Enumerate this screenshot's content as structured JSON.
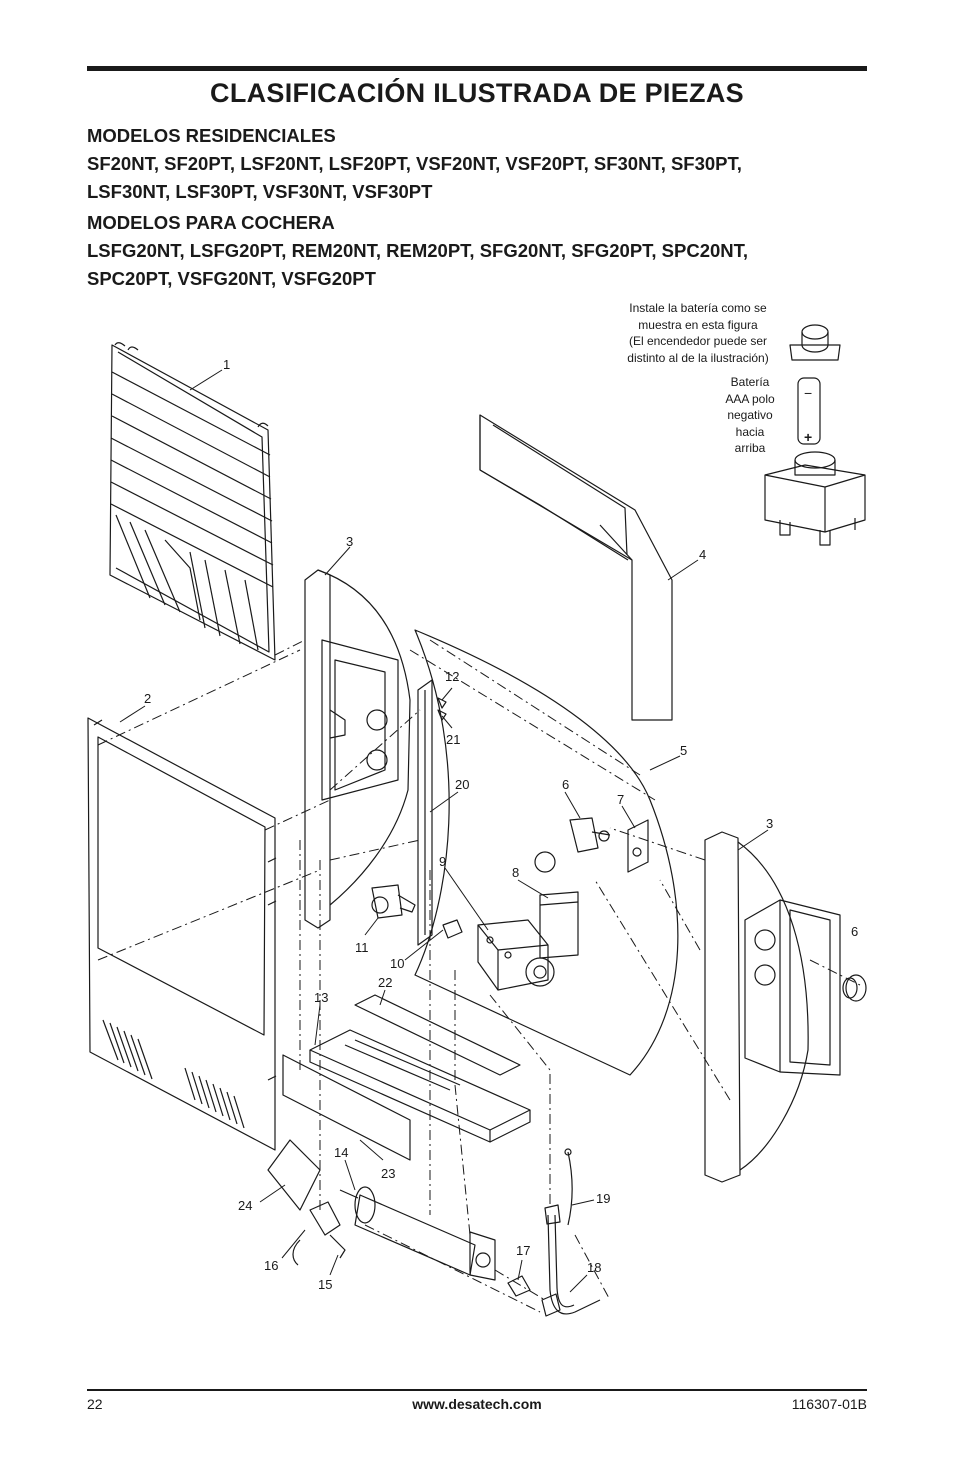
{
  "header": {
    "title": "CLASIFICACIÓN ILUSTRADA DE PIEZAS"
  },
  "residential": {
    "heading": "MODELOS RESIDENCIALES",
    "line1": "SF20NT, SF20PT, LSF20NT, LSF20PT, VSF20NT, VSF20PT, SF30NT, SF30PT,",
    "line2": "LSF30NT, LSF30PT, VSF30NT, VSF30PT"
  },
  "garage": {
    "heading": "MODELOS PARA COCHERA",
    "line1": "LSFG20NT, LSFG20PT, REM20NT, REM20PT, SFG20NT, SFG20PT, SPC20NT,",
    "line2": "SPC20PT, VSFG20NT, VSFG20PT"
  },
  "diagram": {
    "battery_note": [
      "Instale la batería como se",
      "muestra en esta figura",
      "(El encendedor puede ser",
      "distinto al de la ilustración)"
    ],
    "battery_label": [
      "Batería",
      "AAA polo",
      "negativo",
      "hacia",
      "arriba"
    ],
    "battery_plus": "+",
    "battery_minus": "−",
    "callouts": {
      "c1": "1",
      "c2": "2",
      "c3a": "3",
      "c3b": "3",
      "c4": "4",
      "c5": "5",
      "c6a": "6",
      "c6b": "6",
      "c7": "7",
      "c8": "8",
      "c9": "9",
      "c10": "10",
      "c11": "11",
      "c12": "12",
      "c13": "13",
      "c14": "14",
      "c15": "15",
      "c16": "16",
      "c17": "17",
      "c18": "18",
      "c19": "19",
      "c20": "20",
      "c21": "21",
      "c22": "22",
      "c23": "23",
      "c24": "24"
    }
  },
  "footer": {
    "page_number": "22",
    "website": "www.desatech.com",
    "doc_number": "116307-01B"
  }
}
